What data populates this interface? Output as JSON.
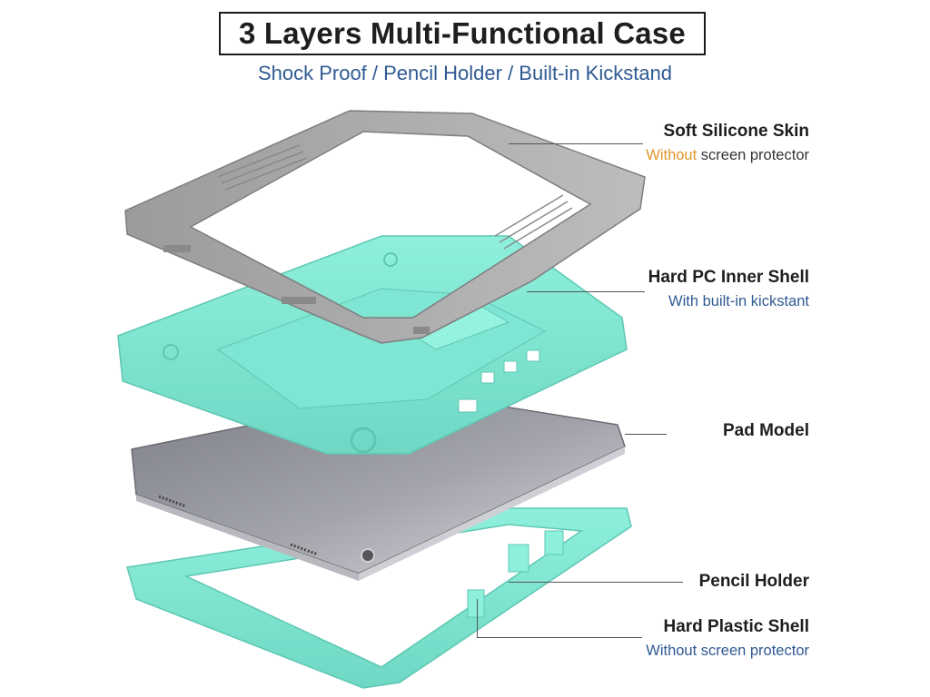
{
  "header": {
    "title": "3 Layers Multi-Functional Case",
    "subtitle": "Shock Proof / Pencil Holder / Built-in Kickstand"
  },
  "callouts": {
    "silicone": {
      "title": "Soft Silicone Skin",
      "accent": "Without",
      "rest": " screen protector"
    },
    "inner_shell": {
      "title": "Hard PC Inner Shell",
      "sub": "With built-in kickstant"
    },
    "pad": {
      "title": "Pad Model"
    },
    "pencil": {
      "title": "Pencil Holder"
    },
    "outer_shell": {
      "title": "Hard Plastic Shell",
      "sub": "Without screen protector"
    }
  },
  "colors": {
    "silicone_gray": "#a9a9a9",
    "mint": "#7fe3d0",
    "tablet": "#8d8e95",
    "title_text": "#1e1e1e",
    "subtitle_blue": "#2f5a93",
    "accent_orange": "#e0962a"
  }
}
